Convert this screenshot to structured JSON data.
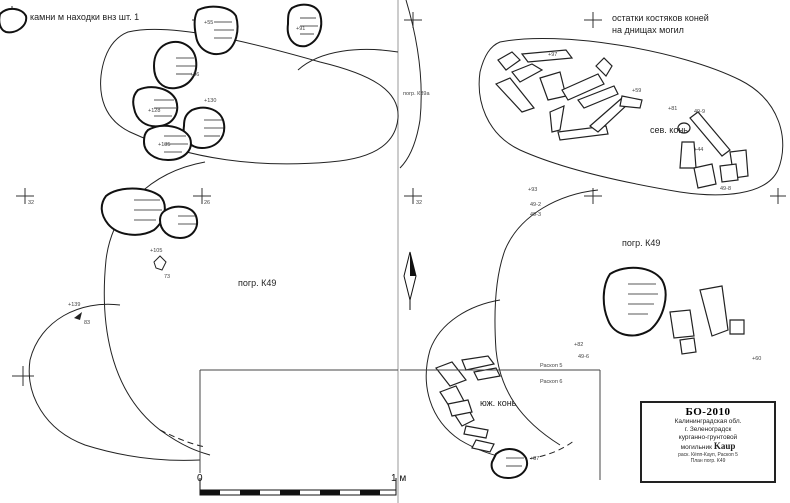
{
  "labels": {
    "stones_note": "камни м находки внз шт. 1",
    "horse_bones_note_line1": "остатки костяков коней",
    "horse_bones_note_line2": "на днищах могил",
    "grave_k49_left": "погр. К49",
    "grave_k49_right": "погр. К49",
    "grave_k39a": "погр. К39а",
    "north_horse": "сев. конь",
    "south_horse": "юж. конь",
    "cut_5": "Раскоп 5",
    "cut_6": "Раскоп 6",
    "scale_zero": "0",
    "scale_one": "1 м"
  },
  "elevations": {
    "e91": "+91",
    "e55": "+55",
    "e96": "+96",
    "e128": "+128",
    "e130": "+130",
    "e135": "+135",
    "e105": "+105",
    "e139": "+139",
    "e97": "+97",
    "e59": "+59",
    "e81": "+81",
    "e44": "+44",
    "e93": "+93",
    "e82": "+82",
    "e87": "+87",
    "e60": "+60"
  },
  "codes": {
    "c32a": "32",
    "c32b": "32",
    "c26": "26",
    "c73": "73",
    "c83": "83",
    "c492": "49-2",
    "c493": "49-3",
    "c499": "49-9",
    "c498": "49-8",
    "c496": "49-6"
  },
  "legend": {
    "code": "БО-2010",
    "line1": "Калининградская обл.",
    "line2": "г. Зеленоградск",
    "line3": "курганно-грунтовой",
    "line4_prefix": "могильник",
    "site_name": "Kaup",
    "line5": "раск. Кёпп-Кауп, Раскоп 5",
    "line6": "План погр. К49"
  }
}
